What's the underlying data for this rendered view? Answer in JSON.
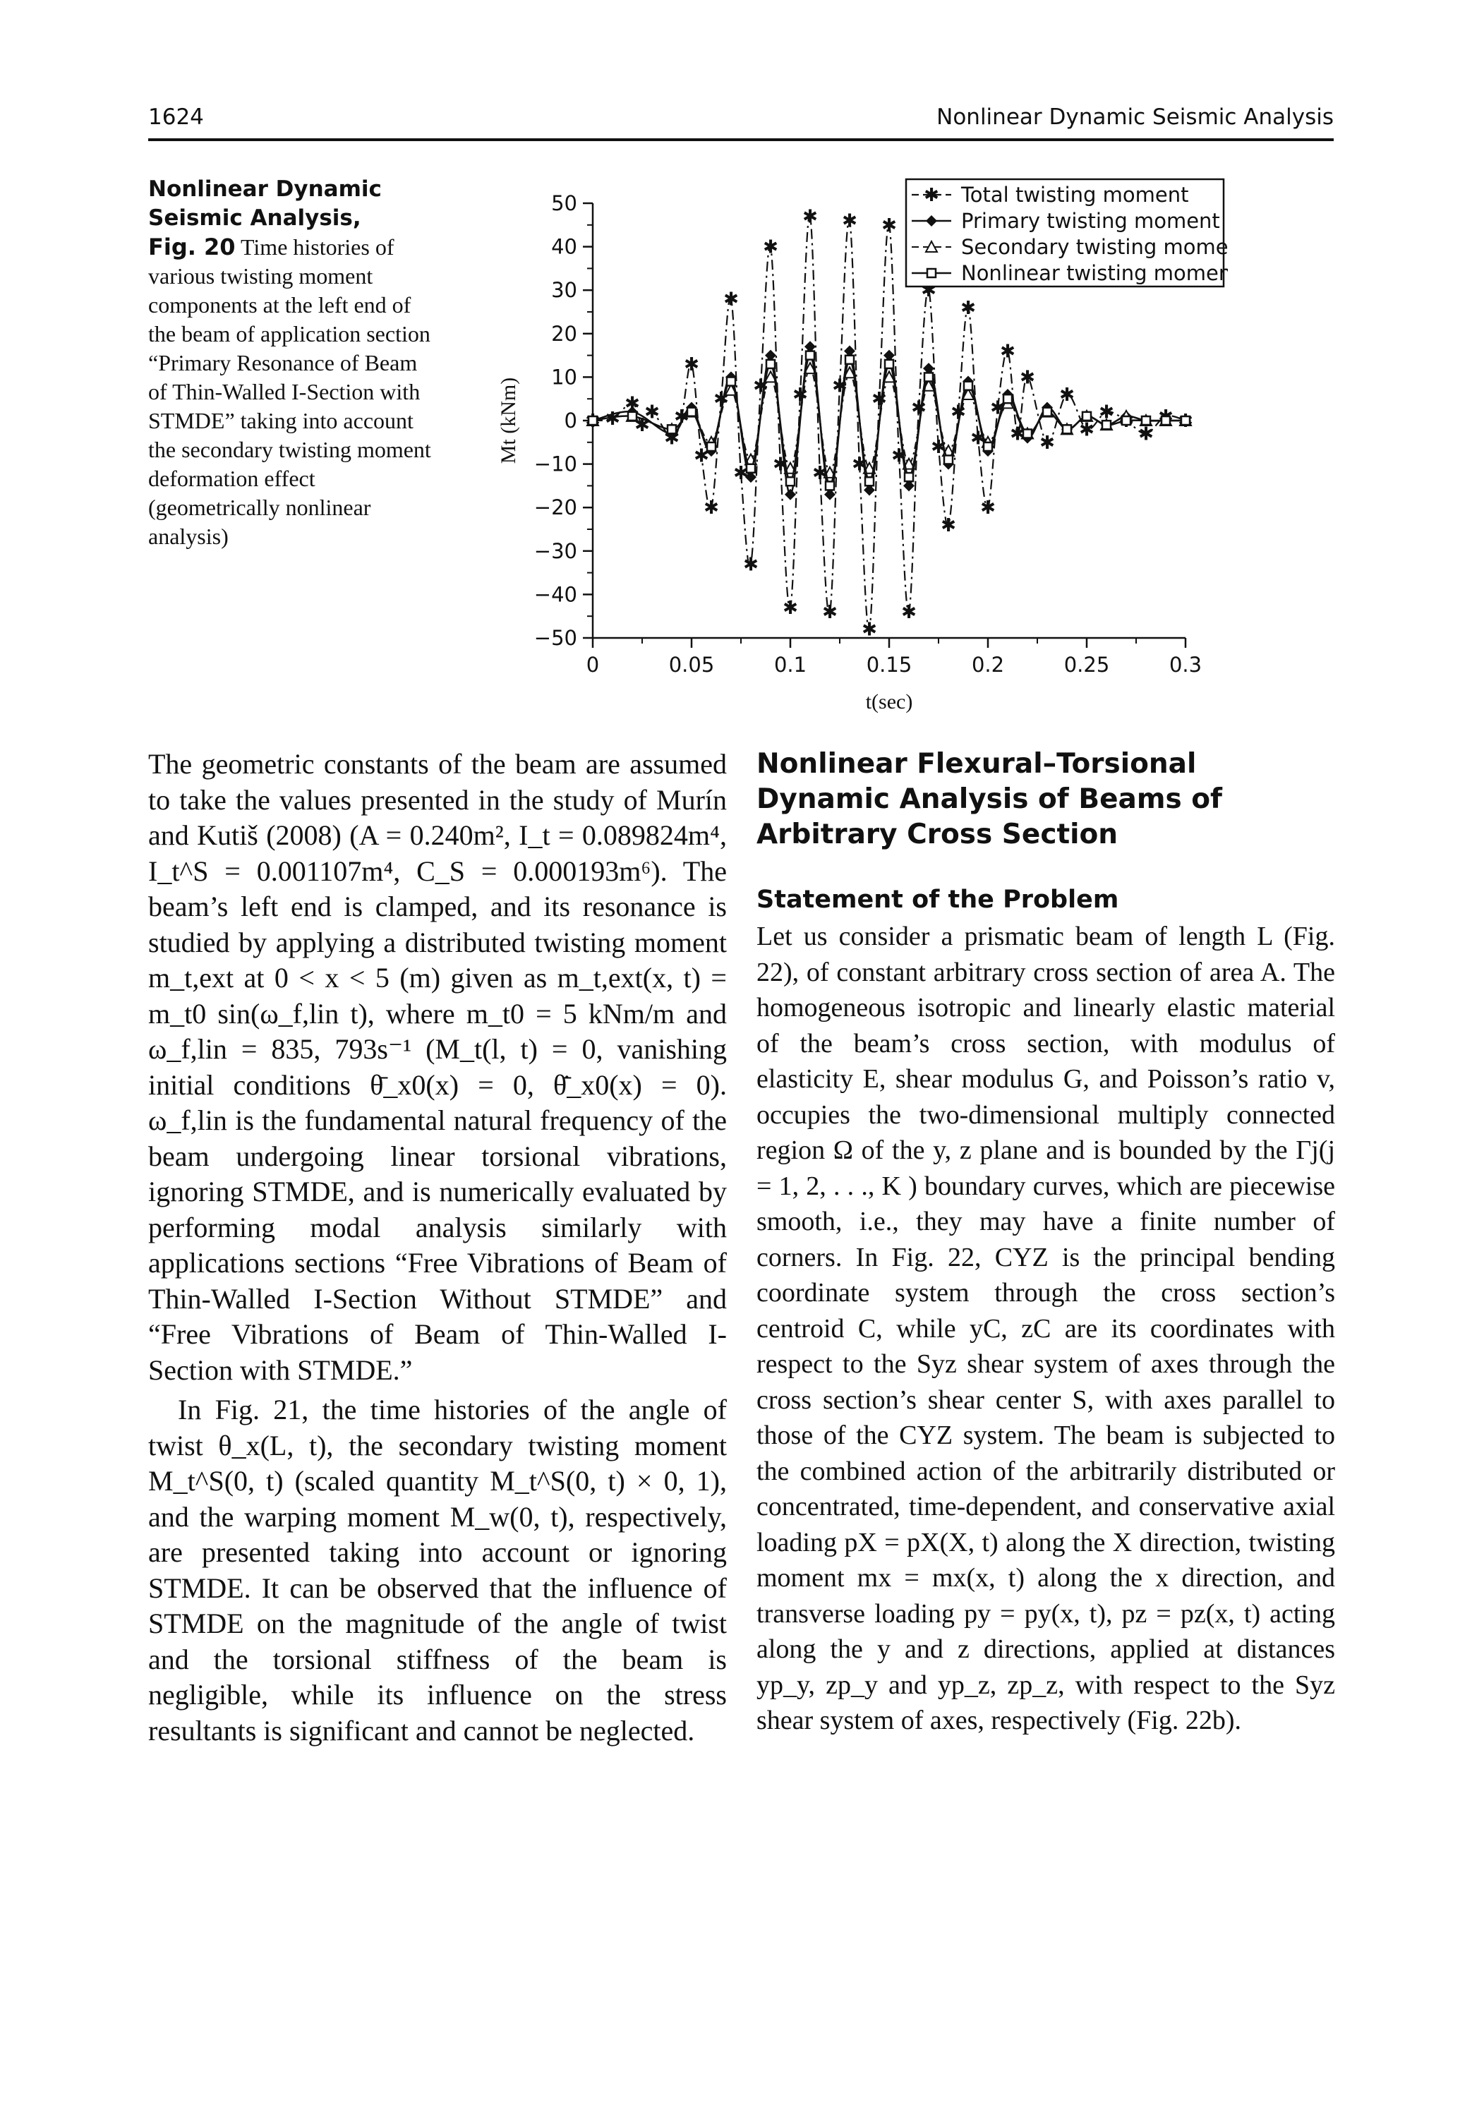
{
  "header": {
    "page_number": "1624",
    "running_title": "Nonlinear Dynamic Seismic Analysis"
  },
  "caption": {
    "heading": "Nonlinear Dynamic Seismic Analysis,",
    "fig_label": "Fig. 20",
    "text": "Time histories of various twisting moment components at the left end of the beam of application section “Primary Resonance of Beam of Thin-Walled I-Section with STMDE” taking into account the secondary twisting moment deformation effect (geometrically nonlinear analysis)"
  },
  "chart_data": {
    "type": "line",
    "title": "",
    "xlabel": "t(sec)",
    "ylabel": "Mt (kNm)",
    "xlim": [
      0,
      0.3
    ],
    "ylim": [
      -50,
      50
    ],
    "x_ticks": [
      "0",
      "0.05",
      "0.1",
      "0.15",
      "0.2",
      "0.25",
      "0.3"
    ],
    "y_ticks": [
      "50",
      "40",
      "30",
      "20",
      "10",
      "0",
      "−10",
      "−20",
      "−30",
      "−40",
      "−50"
    ],
    "legend_position": "top-right",
    "series": [
      {
        "name": "Total twisting moment",
        "style": "dashdot-star",
        "x": [
          0,
          0.01,
          0.02,
          0.025,
          0.03,
          0.04,
          0.045,
          0.05,
          0.055,
          0.06,
          0.065,
          0.07,
          0.075,
          0.08,
          0.085,
          0.09,
          0.095,
          0.1,
          0.105,
          0.11,
          0.115,
          0.12,
          0.125,
          0.13,
          0.135,
          0.14,
          0.145,
          0.15,
          0.155,
          0.16,
          0.165,
          0.17,
          0.175,
          0.18,
          0.185,
          0.19,
          0.195,
          0.2,
          0.205,
          0.21,
          0.215,
          0.22,
          0.23,
          0.24,
          0.25,
          0.26,
          0.27,
          0.28,
          0.29,
          0.3
        ],
        "y": [
          0,
          0.5,
          4,
          -1,
          2,
          -4,
          1,
          13,
          -8,
          -20,
          5,
          28,
          -12,
          -33,
          8,
          40,
          -10,
          -43,
          6,
          47,
          -12,
          -44,
          8,
          46,
          -10,
          -48,
          5,
          45,
          -8,
          -44,
          3,
          30,
          -6,
          -24,
          2,
          26,
          -4,
          -20,
          3,
          16,
          -3,
          10,
          -5,
          6,
          -2,
          2,
          0,
          -3,
          1,
          0
        ]
      },
      {
        "name": "Primary twisting moment",
        "style": "solid-diamond",
        "x": [
          0,
          0.02,
          0.04,
          0.05,
          0.06,
          0.07,
          0.08,
          0.09,
          0.1,
          0.11,
          0.12,
          0.13,
          0.14,
          0.15,
          0.16,
          0.17,
          0.18,
          0.19,
          0.2,
          0.21,
          0.22,
          0.23,
          0.24,
          0.25,
          0.26,
          0.27,
          0.28,
          0.29,
          0.3
        ],
        "y": [
          0,
          2,
          -3,
          3,
          -7,
          10,
          -13,
          15,
          -17,
          17,
          -17,
          16,
          -16,
          15,
          -15,
          12,
          -10,
          9,
          -7,
          6,
          -4,
          3,
          -2,
          1,
          -1,
          1,
          0,
          0,
          0
        ]
      },
      {
        "name": "Secondary twisting moment",
        "style": "dashdot-triangle",
        "x": [
          0,
          0.02,
          0.04,
          0.05,
          0.06,
          0.07,
          0.08,
          0.09,
          0.1,
          0.11,
          0.12,
          0.13,
          0.14,
          0.15,
          0.16,
          0.17,
          0.18,
          0.19,
          0.2,
          0.21,
          0.22,
          0.23,
          0.24,
          0.25,
          0.26,
          0.27,
          0.28,
          0.29,
          0.3
        ],
        "y": [
          0,
          1,
          -2,
          2,
          -5,
          7,
          -9,
          10,
          -11,
          12,
          -12,
          11,
          -11,
          10,
          -10,
          8,
          -7,
          6,
          -5,
          4,
          -3,
          2,
          -2,
          1,
          -1,
          1,
          0,
          0,
          0
        ]
      },
      {
        "name": "Nonlinear twisting moment",
        "style": "solid-square",
        "x": [
          0,
          0.02,
          0.04,
          0.05,
          0.06,
          0.07,
          0.08,
          0.09,
          0.1,
          0.11,
          0.12,
          0.13,
          0.14,
          0.15,
          0.16,
          0.17,
          0.18,
          0.19,
          0.2,
          0.21,
          0.22,
          0.23,
          0.24,
          0.25,
          0.26,
          0.27,
          0.28,
          0.29,
          0.3
        ],
        "y": [
          0,
          1,
          -2,
          2,
          -6,
          9,
          -11,
          13,
          -14,
          15,
          -15,
          14,
          -14,
          13,
          -13,
          10,
          -9,
          8,
          -6,
          5,
          -3,
          2,
          -2,
          1,
          -1,
          0,
          0,
          0,
          0
        ]
      }
    ]
  },
  "left_column": {
    "p1": "The geometric constants of the beam are assumed to take the values presented in the study of Murín and Kutiš (2008) (A = 0.240m², I_t = 0.089824m⁴, I_t^S = 0.001107m⁴, C_S = 0.000193m⁶). The beam’s left end is clamped, and its resonance is studied by applying a distributed twisting moment m_t,ext at 0 < x < 5 (m) given as m_t,ext(x, t) = m_t0 sin(ω_f,lin t), where m_t0 = 5 kNm/m and ω_f,lin = 835, 793s⁻¹ (M_t(l, t) = 0, vanishing initial conditions θ̄_x0(x) = 0, θ̄̇_x0(x) = 0). ω_f,lin is the fundamental natural frequency of the beam undergoing linear torsional vibrations, ignoring STMDE, and is numerically evaluated by performing modal analysis similarly with applications sections “Free Vibrations of Beam of Thin-Walled I-Section Without STMDE” and “Free Vibrations of Beam of Thin-Walled I-Section with STMDE.”",
    "p2": "In Fig. 21, the time histories of the angle of twist θ_x(L, t), the secondary twisting moment M_t^S(0, t) (scaled quantity M_t^S(0, t) × 0, 1), and the warping moment M_w(0, t), respectively, are presented taking into account or ignoring STMDE. It can be observed that the influence of STMDE on the magnitude of the angle of twist and the torsional stiffness of the beam is negligible, while its influence on the stress resultants is significant and cannot be neglected."
  },
  "right_column": {
    "section_title": "Nonlinear Flexural–Torsional Dynamic Analysis of Beams of Arbitrary Cross Section",
    "subsection_title": "Statement of the Problem",
    "p1": "Let us consider a prismatic beam of length L (Fig. 22), of constant arbitrary cross section of area A. The homogeneous isotropic and linearly elastic material of the beam’s cross section, with modulus of elasticity E, shear modulus G, and Poisson’s ratio v, occupies the two-dimensional multiply connected region Ω of the y, z plane and is bounded by the Γj(j = 1, 2, . . ., K ) boundary curves, which are piecewise smooth, i.e., they may have a finite number of corners. In Fig. 22, CYZ is the principal bending coordinate system through the cross section’s centroid C, while yC, zC are its coordinates with respect to the Syz shear system of axes through the cross section’s shear center S, with axes parallel to those of the CYZ system. The beam is subjected to the combined action of the arbitrarily distributed or concentrated, time-dependent, and conservative axial loading pX = pX(X, t) along the X direction, twisting moment mx = mx(x, t) along the x direction, and transverse loading py = py(x, t), pz = pz(x, t) acting along the y and z directions, applied at distances yp_y, zp_y and yp_z, zp_z, with respect to the Syz shear system of axes, respectively (Fig. 22b)."
  }
}
